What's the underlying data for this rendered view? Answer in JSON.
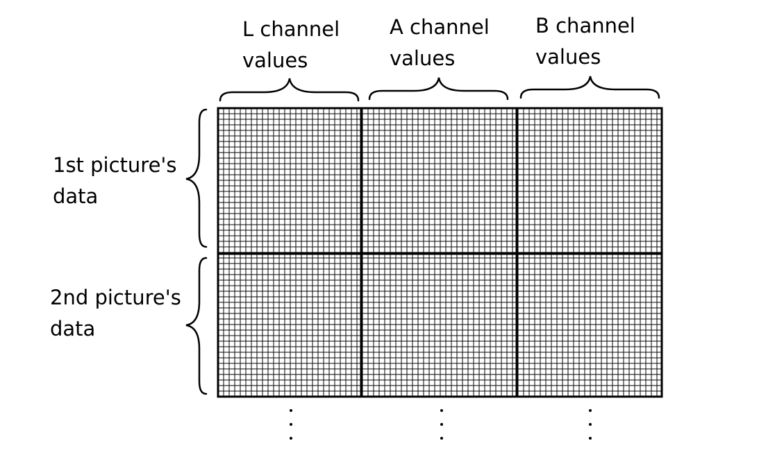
{
  "columns": [
    {
      "line1": "L channel",
      "line2": "values"
    },
    {
      "line1": "A channel",
      "line2": "values"
    },
    {
      "line1": "B channel",
      "line2": "values"
    }
  ],
  "rows": [
    {
      "line1": "1st picture's",
      "line2": "data"
    },
    {
      "line1": "2nd picture's",
      "line2": "data"
    }
  ],
  "continuation_glyph": "⋮",
  "colors": {
    "ink": "#000000",
    "background": "#ffffff"
  }
}
